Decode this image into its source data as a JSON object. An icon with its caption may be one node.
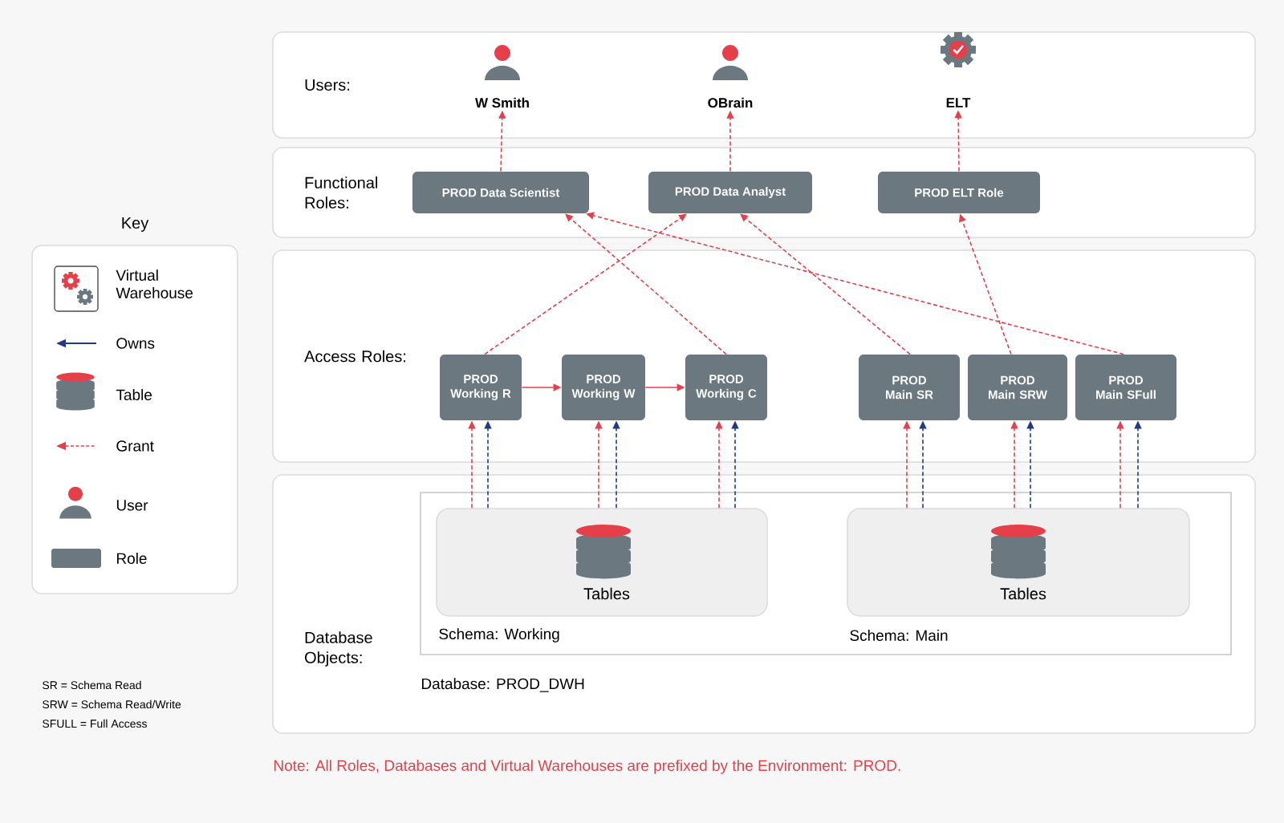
{
  "diagram": {
    "nodes": [
      {
        "text": [
          "Users:"
        ]
      },
      {
        "text": [
          "W Smith"
        ],
        "in": 0
      },
      {
        "text": [
          "OBrain"
        ],
        "in": 0
      },
      {
        "text": [
          "ELT"
        ],
        "in": 0
      },
      {
        "text": [
          "Functional Roles:"
        ]
      },
      {
        "text": [
          "PROD Data Scientist"
        ],
        "in": 4
      },
      {
        "text": [
          "PROD Data Analyst"
        ],
        "in": 4
      },
      {
        "text": [
          "PROD ELT Role"
        ],
        "in": 4
      },
      {
        "text": [
          "Access Roles:"
        ]
      },
      {
        "text": [
          "PROD Working R"
        ],
        "in": 8
      },
      {
        "text": [
          "PROD Working W"
        ],
        "in": 8
      },
      {
        "text": [
          "PROD Working C"
        ],
        "in": 8
      },
      {
        "text": [
          "PROD Main SR"
        ],
        "in": 8
      },
      {
        "text": [
          "PROD Main SRW"
        ],
        "in": 8
      },
      {
        "text": [
          "PROD Main SFull"
        ],
        "in": 8
      },
      {
        "text": [
          "Database Objects:"
        ]
      },
      {
        "text": [
          "Database: PROD_DWH"
        ],
        "in": 15
      },
      {
        "text": [
          "Tables",
          "Schema: Working"
        ],
        "in": 16
      },
      {
        "text": [
          "Tables",
          "Schema: Main"
        ],
        "in": 16
      }
    ],
    "edges": [
      {
        "from": 5,
        "to": 1,
        "arrow": "to",
        "style": "dashed"
      },
      {
        "from": 6,
        "to": 2,
        "arrow": "to",
        "style": "dashed"
      },
      {
        "from": 7,
        "to": 3,
        "arrow": "to",
        "style": "dashed"
      },
      {
        "from": 9,
        "to": 6,
        "arrow": "to",
        "style": "dashed"
      },
      {
        "from": 11,
        "to": 5,
        "arrow": "to",
        "style": "dashed"
      },
      {
        "from": 12,
        "to": 6,
        "arrow": "to",
        "style": "dashed"
      },
      {
        "from": 13,
        "to": 7,
        "arrow": "to",
        "style": "dashed"
      },
      {
        "from": 14,
        "to": 5,
        "arrow": "to",
        "style": "dashed"
      },
      {
        "from": 9,
        "to": 10,
        "arrow": "to"
      },
      {
        "from": 10,
        "to": 11,
        "arrow": "to"
      },
      {
        "from": 17,
        "to": 9,
        "arrow": "to",
        "style": "dashed"
      },
      {
        "from": 17,
        "to": 9,
        "arrow": "to",
        "style": "dashed",
        "color": "#1f3c88"
      },
      {
        "from": 17,
        "to": 10,
        "arrow": "to",
        "style": "dashed"
      },
      {
        "from": 17,
        "to": 10,
        "arrow": "to",
        "style": "dashed",
        "color": "#1f3c88"
      },
      {
        "from": 17,
        "to": 11,
        "arrow": "to",
        "style": "dashed"
      },
      {
        "from": 17,
        "to": 11,
        "arrow": "to",
        "style": "dashed",
        "color": "#1f3c88"
      },
      {
        "from": 18,
        "to": 12,
        "arrow": "to",
        "style": "dashed"
      },
      {
        "from": 18,
        "to": 12,
        "arrow": "to",
        "style": "dashed",
        "color": "#1f3c88"
      },
      {
        "from": 18,
        "to": 13,
        "arrow": "to",
        "style": "dashed"
      },
      {
        "from": 18,
        "to": 13,
        "arrow": "to",
        "style": "dashed",
        "color": "#1f3c88"
      },
      {
        "from": 18,
        "to": 14,
        "arrow": "to",
        "style": "dashed"
      },
      {
        "from": 18,
        "to": 14,
        "arrow": "to",
        "style": "dashed",
        "color": "#1f3c88"
      }
    ],
    "labels": [
      "Key",
      "SR = Schema Read",
      "SRW = Schema Read/Write",
      "SFULL = Full Access",
      "Note: All Roles, Databases and Virtual Warehouses are prefixed by the Environment: PROD."
    ],
    "legend": [
      {
        "text": "Virtual Warehouse"
      },
      {
        "text": "Owns"
      },
      {
        "text": "Table"
      },
      {
        "text": "Grant"
      },
      {
        "text": "User"
      },
      {
        "text": "Role",
        "color": "#6b7880"
      }
    ]
  }
}
